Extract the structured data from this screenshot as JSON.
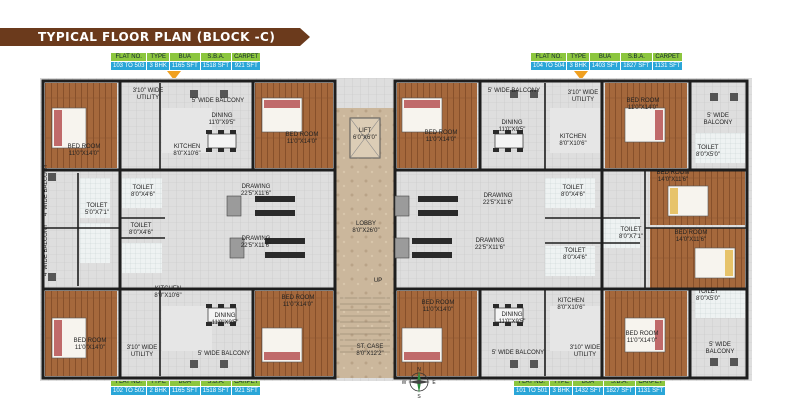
{
  "title": "TYPICAL FLOOR PLAN (BLOCK -C)",
  "spec_headers": [
    "FLAT NO.",
    "TYPE",
    "BUA",
    "S.B.A.",
    "CARPET"
  ],
  "spec_top_left": [
    "103 TO 503",
    "3 BHK",
    "1165 SFT",
    "1518 SFT",
    "921 SFT"
  ],
  "spec_top_right": [
    "104 TO 504",
    "3 BHK",
    "1403 SFT",
    "1827 SFT",
    "1131 SFT"
  ],
  "spec_bottom_left": [
    "102 TO 502",
    "2 BHK",
    "1165 SFT",
    "1518 SFT",
    "921 SFT"
  ],
  "spec_bottom_right": [
    "101 TO 501",
    "3 BHK",
    "1432 SFT",
    "1827 SFT",
    "1131 SFT"
  ],
  "rooms": {
    "utility_tl": [
      "3'10\" WIDE",
      "UTILITY"
    ],
    "balcony_tl": [
      "5' WIDE BALCONY"
    ],
    "dining_tl": [
      "DINING",
      "11'0\"X9'5\""
    ],
    "bed_tl_right": [
      "BED ROOM",
      "11'0\"X14'0\""
    ],
    "bed_tl_left": [
      "BED ROOM",
      "11'0\"X14'0\""
    ],
    "kitchen_tl": [
      "KITCHEN",
      "8'0\"X10'6\""
    ],
    "toilet_l1": [
      "TOILET",
      "8'0\"X4'6\""
    ],
    "toilet_l2": [
      "TOILET",
      "5'0\"X7'1\""
    ],
    "toilet_l3": [
      "TOILET",
      "8'0\"X4'6\""
    ],
    "drawing_l1": [
      "DRAWING",
      "22'5\"X11'6\""
    ],
    "drawing_l2": [
      "DRAWING",
      "22'5\"X11'6\""
    ],
    "kitchen_bl": [
      "KITCHEN",
      "8'0\"X10'6\""
    ],
    "dining_bl": [
      "DINING",
      "11'0\"X9'5\""
    ],
    "bed_bl_right": [
      "BED ROOM",
      "11'0\"X14'0\""
    ],
    "bed_bl_left": [
      "BED ROOM",
      "11'0\"X14'0\""
    ],
    "utility_bl": [
      "3'10\" WIDE",
      "UTILITY"
    ],
    "balcony_bl": [
      "5' WIDE BALCONY"
    ],
    "side_balcony_l1": "4' WIDE BALCONY",
    "side_balcony_l2": "4' WIDE BALCONY",
    "lift": [
      "LIFT",
      "6'0\"X6'0\""
    ],
    "lobby": [
      "LOBBY",
      "8'0\"X26'0\""
    ],
    "up": [
      "UP"
    ],
    "stcase": [
      "ST. CASE",
      "8'0\"X12'2\""
    ],
    "balcony_tr": [
      "5' WIDE BALCONY"
    ],
    "utility_tr": [
      "3'10\" WIDE",
      "UTILITY"
    ],
    "bed_tr_left": [
      "BED ROOM",
      "11'0\"X14'0\""
    ],
    "dining_tr": [
      "DINING",
      "11'0\"X9'5\""
    ],
    "kitchen_tr": [
      "KITCHEN",
      "8'0\"X10'6\""
    ],
    "bed_tr_right": [
      "BED ROOM",
      "11'0\"X14'0\""
    ],
    "balcony_tr_side": [
      "5' WIDE",
      "BALCONY"
    ],
    "toilet_tr_side": [
      "TOILET",
      "8'0\"X5'0\""
    ],
    "bed_r_mid1": [
      "BED ROOM",
      "14'0\"X11'6\""
    ],
    "toilet_r1": [
      "TOILET",
      "8'0\"X4'6\""
    ],
    "toilet_r2": [
      "TOILET",
      "8'0\"X7'1\""
    ],
    "toilet_r3": [
      "TOILET",
      "8'0\"X4'6\""
    ],
    "drawing_r1": [
      "DRAWING",
      "22'5\"X11'6\""
    ],
    "drawing_r2": [
      "DRAWING",
      "22'5\"X11'6\""
    ],
    "bed_r_mid2": [
      "BED ROOM",
      "14'0\"X11'6\""
    ],
    "toilet_br_side": [
      "TOILET",
      "8'0\"X5'0\""
    ],
    "bed_br_left": [
      "BED ROOM",
      "11'0\"X14'0\""
    ],
    "dining_br": [
      "DINING",
      "11'0\"X9'5\""
    ],
    "kitchen_br": [
      "KITCHEN",
      "8'0\"X10'6\""
    ],
    "bed_br_right": [
      "BED ROOM",
      "11'0\"X14'0\""
    ],
    "balcony_br": [
      "5' WIDE BALCONY"
    ],
    "utility_br": [
      "3'10\" WIDE",
      "UTILITY"
    ],
    "balcony_br_side": [
      "5' WIDE",
      "BALCONY"
    ]
  },
  "compass": {
    "n": "N",
    "s": "S",
    "e": "E",
    "w": "W"
  },
  "colors": {
    "banner": "#6b3a1c",
    "spec_header": "#8cc63e",
    "spec_value": "#2aa6d8",
    "arrow": "#f0a020",
    "wood": "#a0643a",
    "tile": "#dcdcdc",
    "wall": "#1e1e1e",
    "lobby": "#c8b49a"
  }
}
